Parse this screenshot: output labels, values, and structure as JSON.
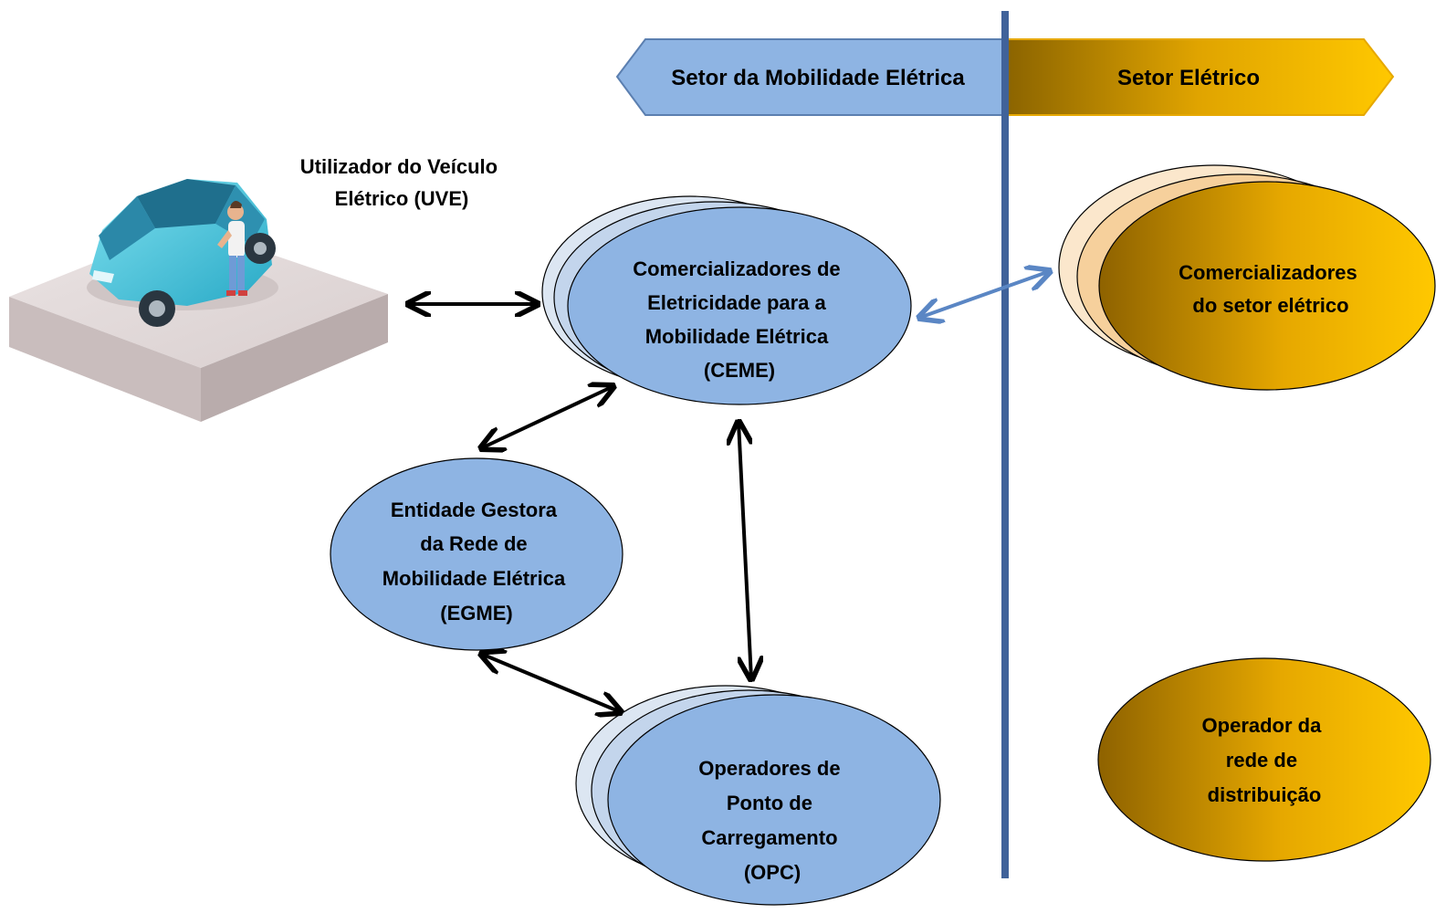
{
  "sectors": {
    "mobility": "Setor da Mobilidade Elétrica",
    "electric": "Setor Elétrico"
  },
  "uve": {
    "lines": [
      "Utilizador do Veículo",
      "Elétrico (UVE)"
    ]
  },
  "ceme": {
    "lines": [
      "Comercializadores de",
      "Eletricidade para a",
      "Mobilidade Elétrica",
      "(CEME)"
    ]
  },
  "egme": {
    "lines": [
      "Entidade Gestora",
      "da Rede de",
      "Mobilidade Elétrica",
      "(EGME)"
    ]
  },
  "opc": {
    "lines": [
      "Operadores de",
      "Ponto de",
      "Carregamento",
      "(OPC)"
    ]
  },
  "retailers": {
    "lines": [
      "Comercializadores",
      "do setor elétrico"
    ]
  },
  "dso": {
    "lines": [
      "Operador da",
      "rede de",
      "distribuição"
    ]
  },
  "colors": {
    "mobility_blue": "#8EB4E3",
    "blue_outline": "#5B7FB0",
    "divider": "#40629A",
    "gold_dark": "#9C6C00",
    "gold_light": "#FFC400",
    "peach": "#F8D9AE"
  },
  "icons": {
    "vehicle": "electric-car-with-driver-illustration"
  }
}
